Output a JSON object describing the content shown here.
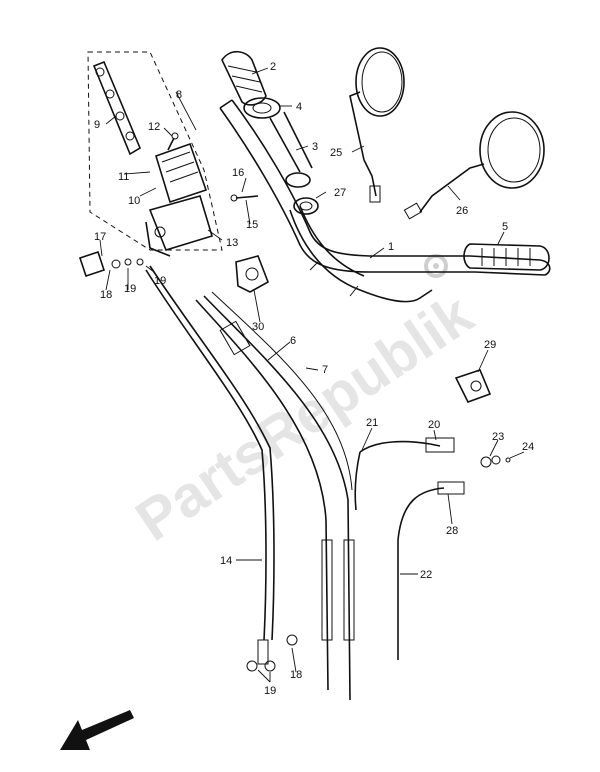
{
  "watermark": "PartsRepublik",
  "labels": {
    "l1": "1",
    "l2": "2",
    "l3": "3",
    "l4": "4",
    "l5": "5",
    "l6": "6",
    "l7": "7",
    "l8": "8",
    "l9": "9",
    "l10": "10",
    "l11": "11",
    "l12": "12",
    "l13": "13",
    "l14": "14",
    "l15": "15",
    "l16": "16",
    "l17": "17",
    "l18a": "18",
    "l18b": "18",
    "l19a": "19",
    "l19b": "19",
    "l19c": "19",
    "l20": "20",
    "l21": "21",
    "l22": "22",
    "l23": "23",
    "l24": "24",
    "l25": "25",
    "l26": "26",
    "l27": "27",
    "l28": "28",
    "l29": "29",
    "l30": "30"
  }
}
